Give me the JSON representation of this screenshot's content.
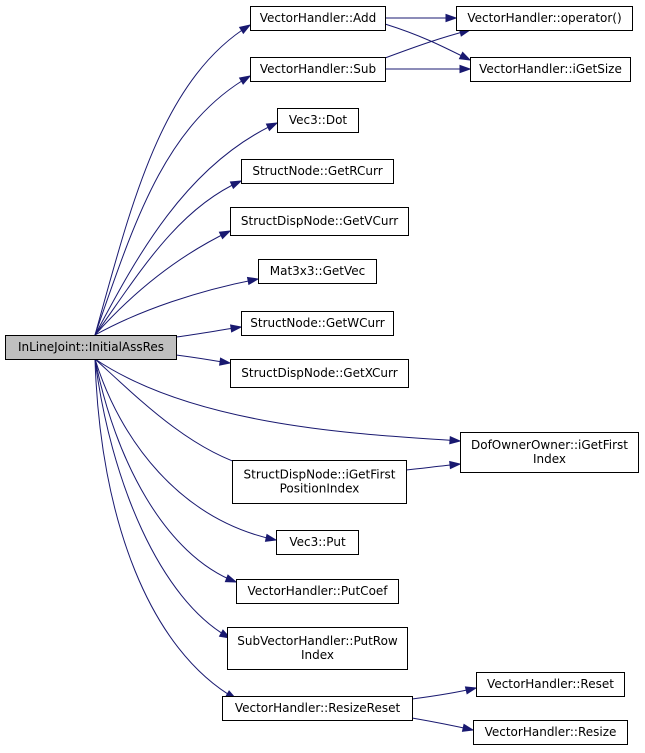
{
  "diagram": {
    "nodes": [
      {
        "id": "root",
        "lines": [
          "InLineJoint::InitialAssRes"
        ]
      },
      {
        "id": "add",
        "lines": [
          "VectorHandler::Add"
        ]
      },
      {
        "id": "sub",
        "lines": [
          "VectorHandler::Sub"
        ]
      },
      {
        "id": "oper",
        "lines": [
          "VectorHandler::operator()"
        ]
      },
      {
        "id": "igs",
        "lines": [
          "VectorHandler::iGetSize"
        ]
      },
      {
        "id": "dot",
        "lines": [
          "Vec3::Dot"
        ]
      },
      {
        "id": "grc",
        "lines": [
          "StructNode::GetRCurr"
        ]
      },
      {
        "id": "gvc",
        "lines": [
          "StructDispNode::GetVCurr"
        ]
      },
      {
        "id": "gvec",
        "lines": [
          "Mat3x3::GetVec"
        ]
      },
      {
        "id": "gwc",
        "lines": [
          "StructNode::GetWCurr"
        ]
      },
      {
        "id": "gxc",
        "lines": [
          "StructDispNode::GetXCurr"
        ]
      },
      {
        "id": "dofo",
        "lines": [
          "DofOwnerOwner::iGetFirst",
          "Index"
        ]
      },
      {
        "id": "sdpi",
        "lines": [
          "StructDispNode::iGetFirst",
          "PositionIndex"
        ]
      },
      {
        "id": "put",
        "lines": [
          "Vec3::Put"
        ]
      },
      {
        "id": "putcoef",
        "lines": [
          "VectorHandler::PutCoef"
        ]
      },
      {
        "id": "putrow",
        "lines": [
          "SubVectorHandler::PutRow",
          "Index"
        ]
      },
      {
        "id": "rsr",
        "lines": [
          "VectorHandler::ResizeReset"
        ]
      },
      {
        "id": "reset",
        "lines": [
          "VectorHandler::Reset"
        ]
      },
      {
        "id": "resize",
        "lines": [
          "VectorHandler::Resize"
        ]
      }
    ],
    "edges": [
      {
        "from": "root",
        "to": "add"
      },
      {
        "from": "root",
        "to": "sub"
      },
      {
        "from": "root",
        "to": "dot"
      },
      {
        "from": "root",
        "to": "grc"
      },
      {
        "from": "root",
        "to": "gvc"
      },
      {
        "from": "root",
        "to": "gvec"
      },
      {
        "from": "root",
        "to": "gwc"
      },
      {
        "from": "root",
        "to": "gxc"
      },
      {
        "from": "root",
        "to": "dofo"
      },
      {
        "from": "root",
        "to": "sdpi"
      },
      {
        "from": "root",
        "to": "put"
      },
      {
        "from": "root",
        "to": "putcoef"
      },
      {
        "from": "root",
        "to": "putrow"
      },
      {
        "from": "root",
        "to": "rsr"
      },
      {
        "from": "add",
        "to": "oper"
      },
      {
        "from": "add",
        "to": "igs"
      },
      {
        "from": "sub",
        "to": "oper"
      },
      {
        "from": "sub",
        "to": "igs"
      },
      {
        "from": "sdpi",
        "to": "dofo"
      },
      {
        "from": "rsr",
        "to": "reset"
      },
      {
        "from": "rsr",
        "to": "resize"
      }
    ]
  }
}
